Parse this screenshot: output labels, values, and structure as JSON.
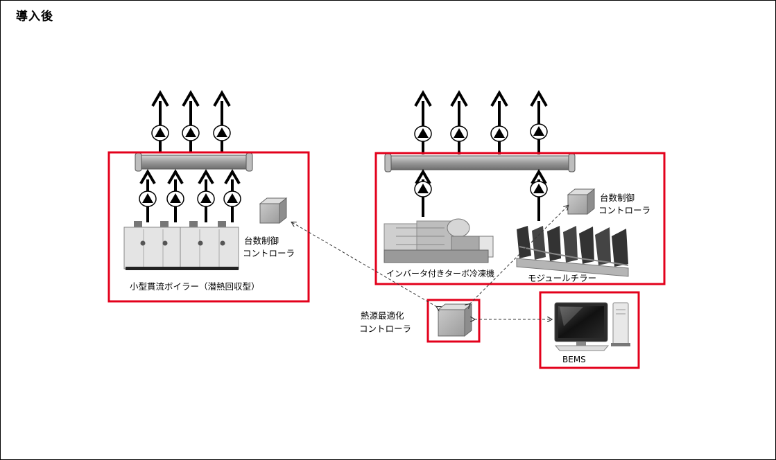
{
  "title": "導入後",
  "labels": {
    "boiler_controller_line1": "台数制御",
    "boiler_controller_line2": "コントローラ",
    "boiler_caption": "小型貫流ボイラー（潜熱回収型）",
    "chiller_controller_line1": "台数制御",
    "chiller_controller_line2": "コントローラ",
    "turbo_caption": "インバータ付きターボ冷凍機",
    "module_caption": "モジュールチラー",
    "optimizer_line1": "熱源最適化",
    "optimizer_line2": "コントローラ",
    "bems_caption": "BEMS"
  },
  "colors": {
    "highlight": "#e3001b",
    "pipe": "#a8a8a8",
    "box": "#b4b4b4"
  }
}
